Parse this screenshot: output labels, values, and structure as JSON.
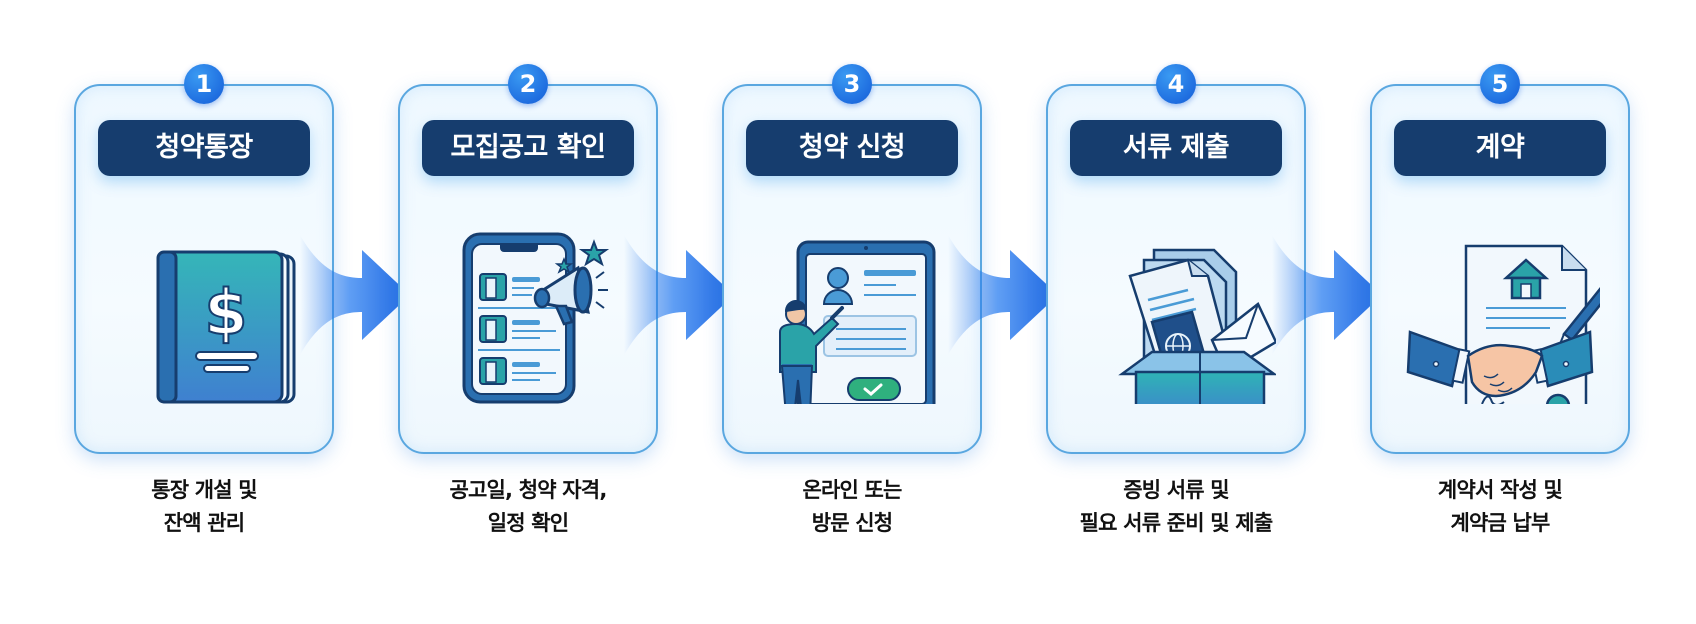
{
  "steps": [
    {
      "number": "1",
      "title": "청약통장",
      "caption_line1": "통장 개설 및",
      "caption_line2": "잔액 관리",
      "icon": "bankbook-dollar-icon"
    },
    {
      "number": "2",
      "title": "모집공고 확인",
      "caption_line1": "공고일, 청약 자격,",
      "caption_line2": "일정 확인",
      "icon": "phone-announcement-icon"
    },
    {
      "number": "3",
      "title": "청약 신청",
      "caption_line1": "온라인 또는",
      "caption_line2": "방문 신청",
      "icon": "tablet-application-icon"
    },
    {
      "number": "4",
      "title": "서류 제출",
      "caption_line1": "증빙 서류 및",
      "caption_line2": "필요 서류 준비 및 제출",
      "icon": "document-box-icon"
    },
    {
      "number": "5",
      "title": "계약",
      "caption_line1": "계약서 작성 및",
      "caption_line2": "계약금 납부",
      "icon": "contract-handshake-icon"
    }
  ],
  "colors": {
    "badge": "#1f6ee0",
    "title_pill": "#163d6e",
    "card_border": "#5aa7e0",
    "arrow": "#1f6fe6",
    "teal": "#2fb3b5"
  }
}
